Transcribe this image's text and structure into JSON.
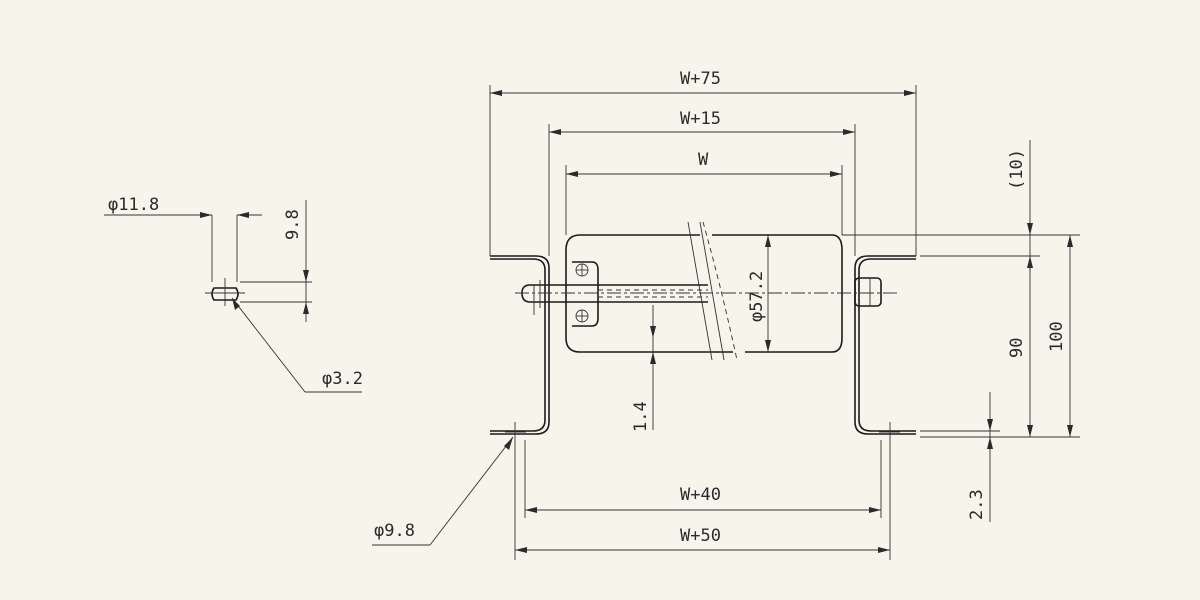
{
  "labels": {
    "w75": "W+75",
    "w15": "W+15",
    "w": "W",
    "w40": "W+40",
    "w50": "W+50",
    "d57": "φ57.2",
    "d118": "φ11.8",
    "d98_top": "9.8",
    "d32": "φ3.2",
    "d98_hole": "φ9.8",
    "t14": "1.4",
    "paren10": "(10)",
    "h90": "90",
    "h100": "100",
    "t23": "2.3"
  },
  "colors": {
    "background": "#f7f4ec",
    "line": "#2a2a2a"
  }
}
